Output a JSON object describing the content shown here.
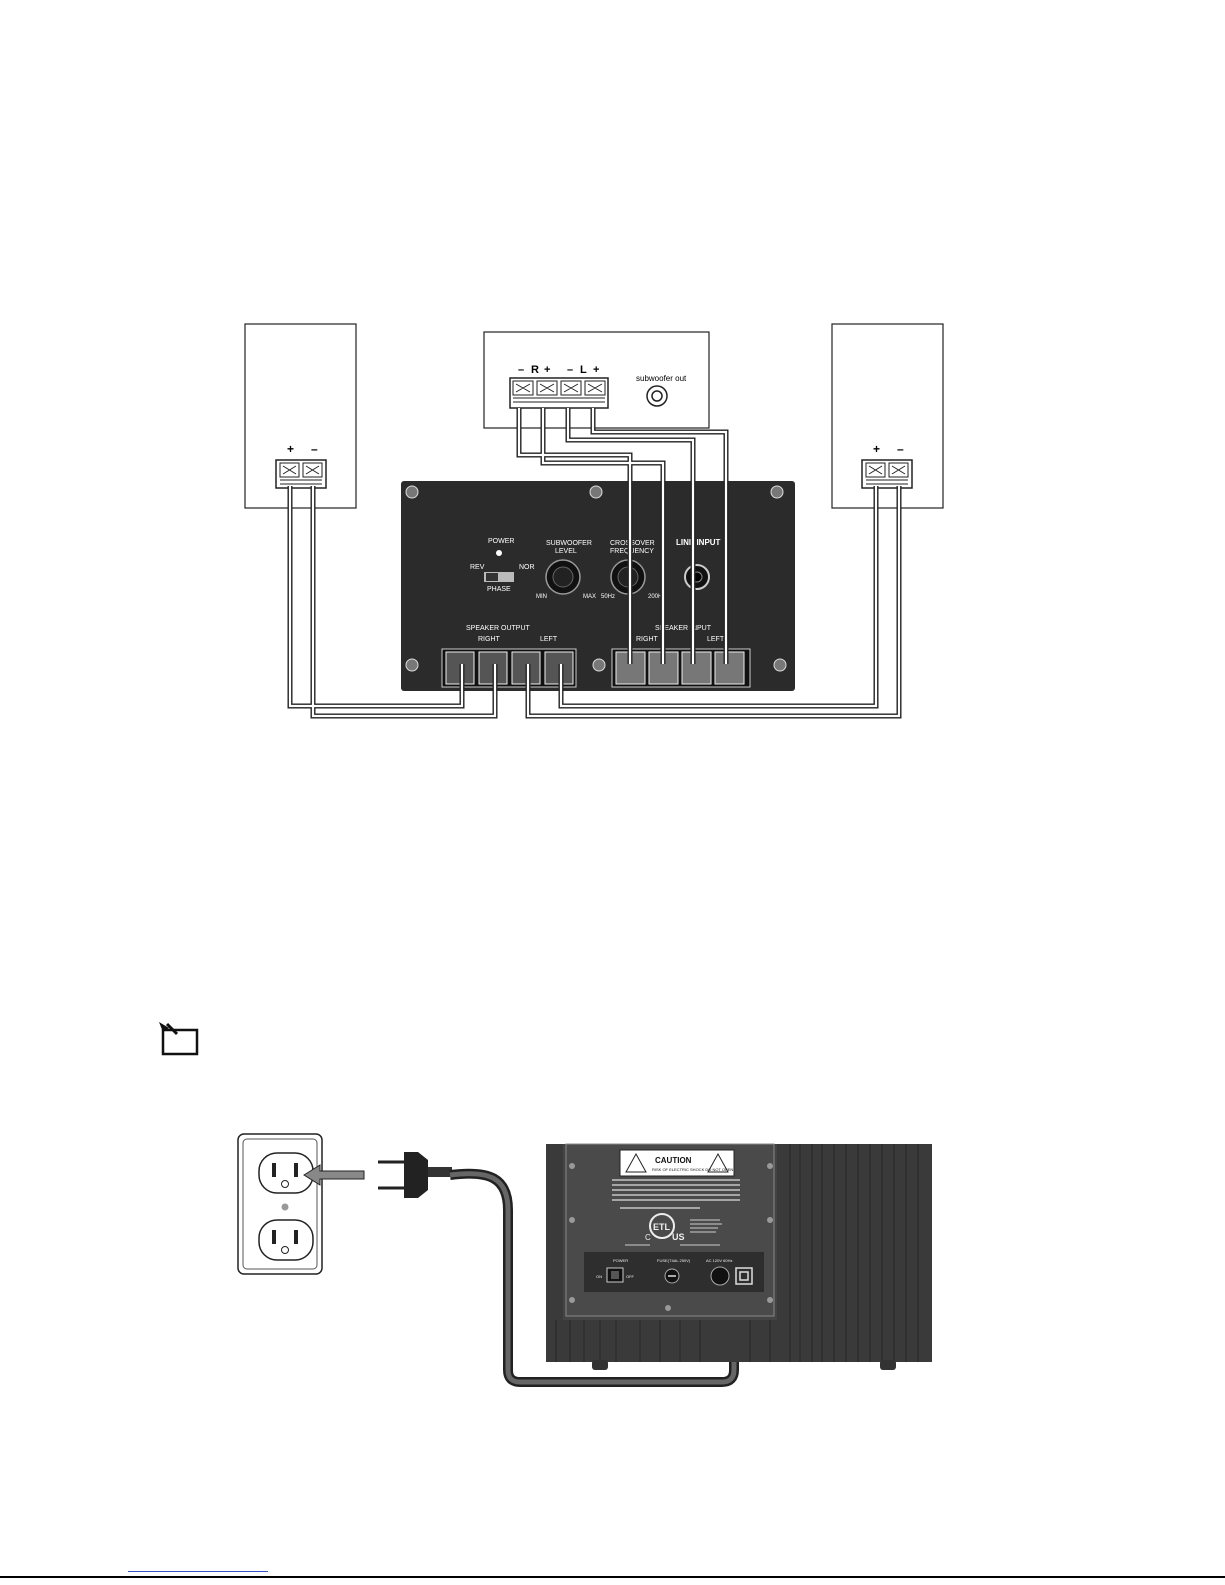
{
  "wiring_diagram": {
    "left_speaker": {
      "plus": "+",
      "minus": "–"
    },
    "right_speaker": {
      "plus": "+",
      "minus": "–"
    },
    "amplifier": {
      "terminal_header": [
        "–",
        "R",
        "+",
        "–",
        "L",
        "+"
      ],
      "sub_out_label": "subwoofer out"
    },
    "sub_panel": {
      "power": "POWER",
      "rev": "REV",
      "nor": "NOR",
      "phase": "PHASE",
      "sub_level_1": "SUBWOOFER",
      "sub_level_2": "LEVEL",
      "min": "MIN",
      "max": "MAX",
      "crossover_1": "CROSSOVER",
      "crossover_2": "FREQUENCY",
      "hz_low": "50Hz",
      "hz_high": "200Hz",
      "line_input": "LINE INPUT",
      "speaker_output": "SPEAKER  OUTPUT",
      "speaker_input": "SPEAKER  INPUT",
      "right": "RIGHT",
      "left": "LEFT"
    }
  },
  "power_diagram": {
    "caution": "CAUTION",
    "caution_sub": "RISK OF ELECTRIC SHOCK\nDO NOT OPEN",
    "etl_mark": "ETL",
    "etl_c": "C",
    "etl_us": "US",
    "power": "POWER",
    "on": "ON",
    "off": "OFF",
    "fuse": "FUSE(T4AL 250V)",
    "ac_rating": "AC 120V 60Hz"
  },
  "colors": {
    "ink": "#1a1a1a",
    "panel": "#2b2b2b",
    "wood": "#3a3a3a",
    "cord": "#555555"
  }
}
